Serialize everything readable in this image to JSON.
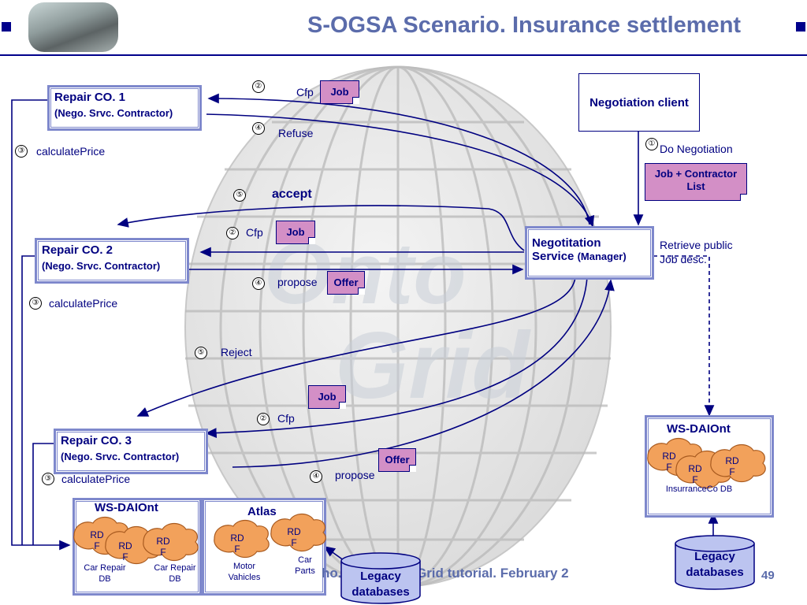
{
  "slide": {
    "title": "S-OGSA Scenario. Insurance settlement",
    "footer": "ho... Semantic Grid tutorial. February 2",
    "page_number": "49"
  },
  "repair_companies": [
    {
      "name": "Repair CO. 1",
      "role": "(Nego. Srvc. Contractor)",
      "calc": "calculatePrice",
      "calc_step": "③"
    },
    {
      "name": "Repair CO. 2",
      "role": "(Nego. Srvc. Contractor)",
      "calc": "calculatePrice",
      "calc_step": "③"
    },
    {
      "name": "Repair CO. 3",
      "role": "(Nego. Srvc. Contractor)",
      "calc": "calculatePrice",
      "calc_step": "③"
    }
  ],
  "negotiation_client": {
    "label": "Negotiation client",
    "step": "①",
    "action": "Do Negotiation"
  },
  "job_contractor_list": {
    "line1": "Job + Contractor",
    "line2": "List"
  },
  "negotiation_service": {
    "line1": "Negotitation",
    "line2a": "Service",
    "line2b": "(Manager)"
  },
  "retrieve": {
    "line1": "Retrieve public",
    "line2": "Job desc."
  },
  "messages": {
    "m1": {
      "step": "②",
      "text": "Cfp",
      "doc": "Job"
    },
    "m2": {
      "step": "④",
      "text": "Refuse"
    },
    "m3": {
      "step": "⑤",
      "text": "accept"
    },
    "m4": {
      "step": "②",
      "text": "Cfp",
      "doc": "Job"
    },
    "m5": {
      "step": "④",
      "text": "propose",
      "doc": "Offer"
    },
    "m6": {
      "step": "⑤",
      "text": "Reject"
    },
    "m7": {
      "doc": "Job"
    },
    "m8": {
      "step": "②",
      "text": "Cfp"
    },
    "m9": {
      "step": "④",
      "text": "propose",
      "doc": "Offer"
    }
  },
  "ws_daiont_right": {
    "title": "WS-DAIOnt",
    "rdf": [
      "RD F",
      "RD F",
      "RD F"
    ],
    "db_label": "InsurranceCo DB"
  },
  "ws_daiont_left": {
    "title": "WS-DAIOnt",
    "rdf": [
      "RD F",
      "RD F",
      "RD F"
    ],
    "db1": "Car Repair DB",
    "db2": "Car Repair DB"
  },
  "atlas": {
    "title": "Atlas",
    "rdf": [
      "RD F",
      "RD F"
    ],
    "db1": "Motor Vahicles",
    "db2": "Car Parts"
  },
  "legacy_left": {
    "line1": "Legacy",
    "line2": "databases"
  },
  "legacy_right": {
    "line1": "Legacy",
    "line2": "databases"
  },
  "colors": {
    "title": "#5b6cab",
    "text": "#000080",
    "box_border": "#7e88cc",
    "doc_fill": "#d38fc6",
    "cloud_fill": "#f2a15b",
    "db_fill": "#bcc4f0"
  }
}
